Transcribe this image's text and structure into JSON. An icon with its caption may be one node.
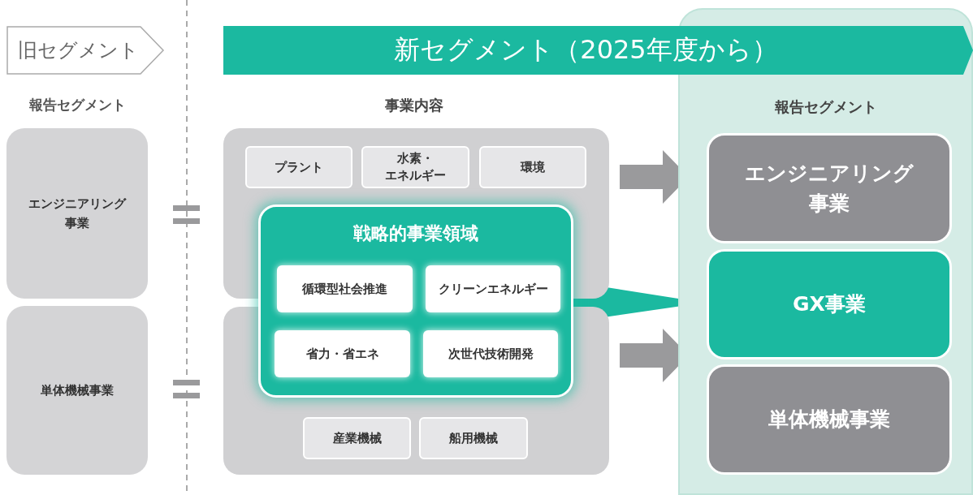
{
  "diagram": {
    "nodes": [
      {
        "text": [
          "旧セグメント"
        ]
      },
      {
        "text": [
          "新セグメント（2025年度から）"
        ]
      },
      {
        "text": [
          "エンジニアリング事業"
        ]
      },
      {
        "text": [
          "単体機械事業"
        ]
      },
      {
        "text": [],
        "shape": "box"
      },
      {
        "text": [
          "プラント"
        ],
        "in": 4
      },
      {
        "text": [
          "水素・エネルギー"
        ],
        "in": 4
      },
      {
        "text": [
          "環境"
        ],
        "in": 4
      },
      {
        "text": [],
        "shape": "box"
      },
      {
        "text": [
          "産業機械"
        ],
        "in": 8
      },
      {
        "text": [
          "船用機械"
        ],
        "in": 8
      },
      {
        "text": [
          "戦略的事業領域"
        ]
      },
      {
        "text": [
          "循環型社会推進"
        ],
        "in": 11
      },
      {
        "text": [
          "クリーンエネルギー"
        ],
        "in": 11
      },
      {
        "text": [
          "省力・省エネ"
        ]
      },
      {
        "text": [
          "次世代技術開発"
        ]
      },
      {
        "text": [
          "報告セグメント"
        ]
      },
      {
        "text": [
          "エンジニアリング事業"
        ],
        "in": 16
      },
      {
        "text": [
          "GX事業"
        ],
        "in": 16
      },
      {
        "text": [
          "単体機械事業"
        ],
        "in": 16
      }
    ],
    "edges": [
      {
        "from": 4,
        "to": 17,
        "arrow": "to",
        "style": "thick"
      },
      {
        "from": 8,
        "to": 19,
        "arrow": "to",
        "style": "thick"
      },
      {
        "from": 11,
        "to": 18,
        "arrow": "none",
        "style": "thick",
        "color": "#1bb9a0"
      }
    ],
    "labels": [
      "報告セグメント",
      "事業内容"
    ]
  }
}
